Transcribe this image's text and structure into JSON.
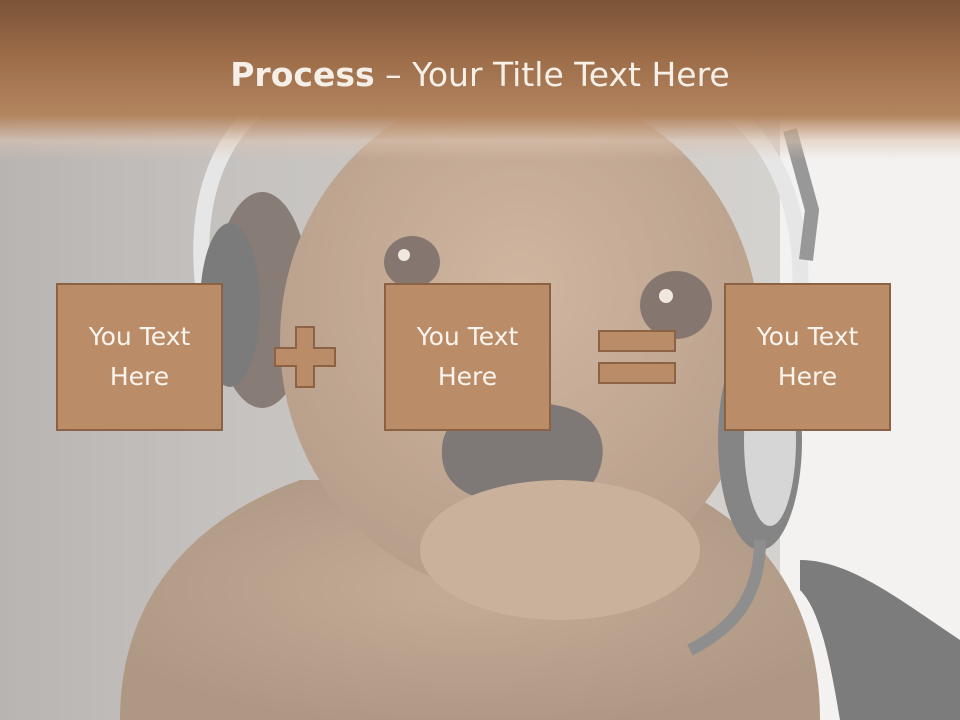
{
  "header": {
    "title_bold": "Process",
    "title_rest": " – Your Title Text Here"
  },
  "boxes": [
    {
      "text": "You Text Here"
    },
    {
      "text": "You Text Here"
    },
    {
      "text": "You Text Here"
    }
  ],
  "operators": [
    "plus-icon",
    "equals-icon"
  ],
  "colors": {
    "header": "#9c6c49",
    "box_fill": "#bb8c68",
    "box_border": "#8b6244",
    "text": "#faf4ee"
  }
}
